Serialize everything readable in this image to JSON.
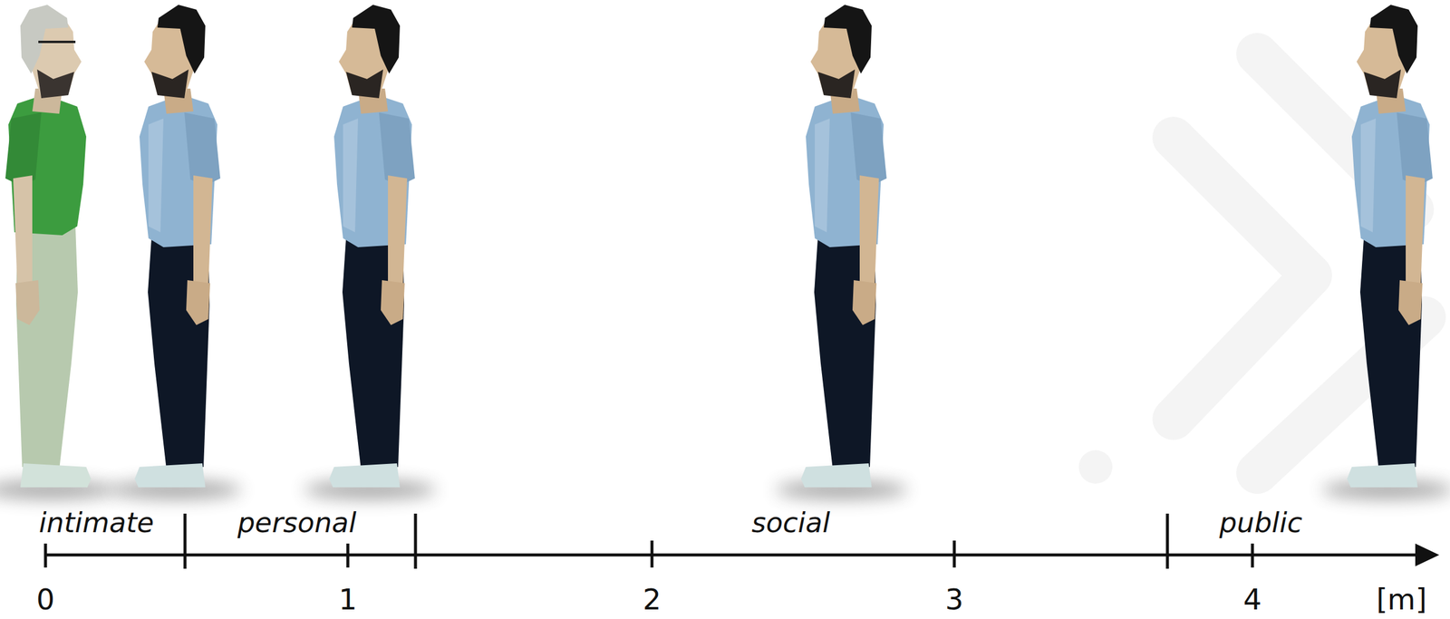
{
  "diagram": {
    "labels": [
      "intimate",
      "personal",
      "social",
      "public",
      "0",
      "1",
      "2",
      "3",
      "4",
      "[m]"
    ]
  }
}
